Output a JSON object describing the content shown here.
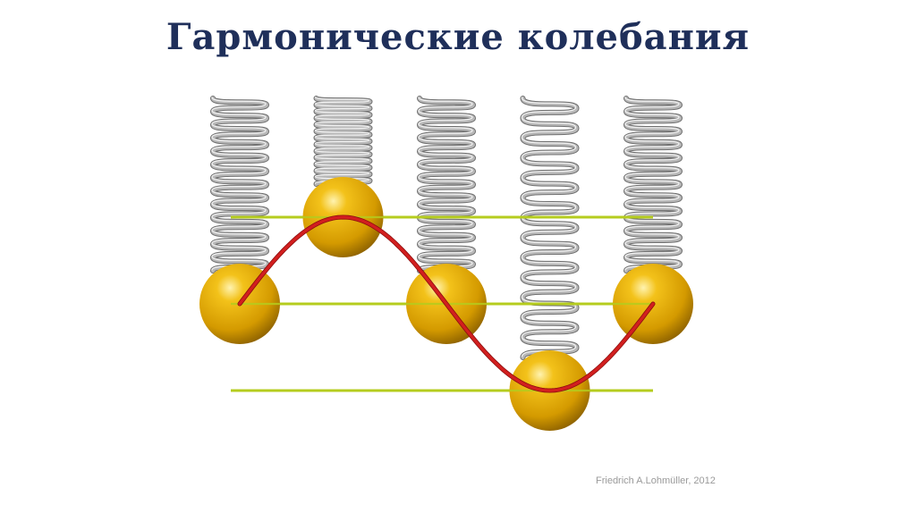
{
  "slide": {
    "title": "Гармонические колебания"
  },
  "credit": "Friedrich A.Lohmüller, 2012",
  "colors": {
    "title": "#1f2f5a",
    "spring": "#b8b8b8",
    "ball": "#e0a800",
    "guide_line": "#b5cc1e",
    "wave": "#d21f1f",
    "credit": "#9a9a9a"
  },
  "diagram": {
    "oscillator_count": 5,
    "displacements": [
      0,
      1,
      0,
      -1,
      0
    ]
  }
}
